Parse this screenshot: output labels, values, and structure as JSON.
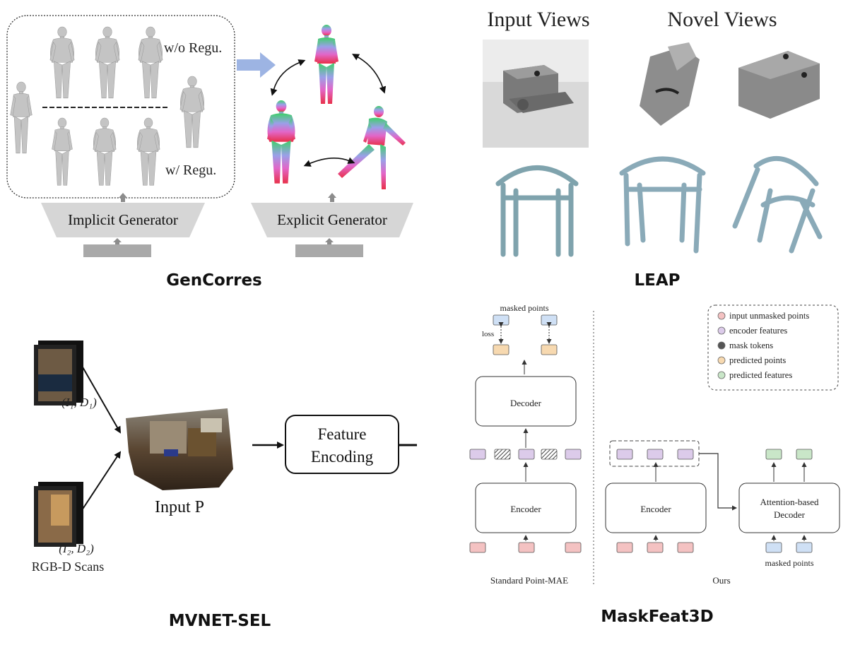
{
  "panels": {
    "gencorres": {
      "caption": "GenCorres",
      "label_without_reg": "w/o Regu.",
      "label_with_reg": "w/ Regu.",
      "implicit_generator": "Implicit Generator",
      "explicit_generator": "Explicit Generator"
    },
    "leap": {
      "caption": "LEAP",
      "input_views": "Input Views",
      "novel_views": "Novel Views"
    },
    "mvnet": {
      "caption": "MVNET-SEL",
      "scan1_label": "(I₁, D₁)",
      "scan2_label": "(I₂, D₂)",
      "rgbd_label": "RGB-D Scans",
      "input_label": "Input P",
      "feature_encoding_line1": "Feature",
      "feature_encoding_line2": "Encoding"
    },
    "maskfeat": {
      "caption": "MaskFeat3D",
      "masked_points_top": "masked points",
      "loss": "loss",
      "decoder": "Decoder",
      "encoder_left": "Encoder",
      "encoder_right": "Encoder",
      "attn_decoder_line1": "Attention-based",
      "attn_decoder_line2": "Decoder",
      "masked_points_bottom": "masked points",
      "standard_label": "Standard Point-MAE",
      "ours_label": "Ours",
      "legend": [
        {
          "text": "input unmasked points",
          "color": "#f4c2c2"
        },
        {
          "text": "encoder features",
          "color": "#dccbea"
        },
        {
          "text": "mask tokens",
          "color": "#555555"
        },
        {
          "text": "predicted points",
          "color": "#f7d9b0"
        },
        {
          "text": "predicted features",
          "color": "#c9e6c8"
        }
      ]
    }
  }
}
